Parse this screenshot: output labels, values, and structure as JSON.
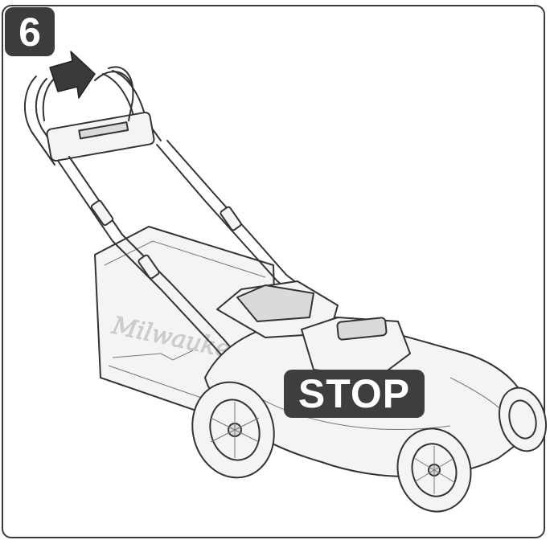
{
  "step": {
    "number": "6"
  },
  "status": {
    "label": "STOP"
  },
  "illustration": {
    "subject": "lawn-mower",
    "brand_mark": "Milwaukee",
    "colors": {
      "outline": "#333333",
      "fill": "#f2f2f2",
      "shade": "#d9d9d9",
      "badge": "#3c3c3c"
    }
  }
}
